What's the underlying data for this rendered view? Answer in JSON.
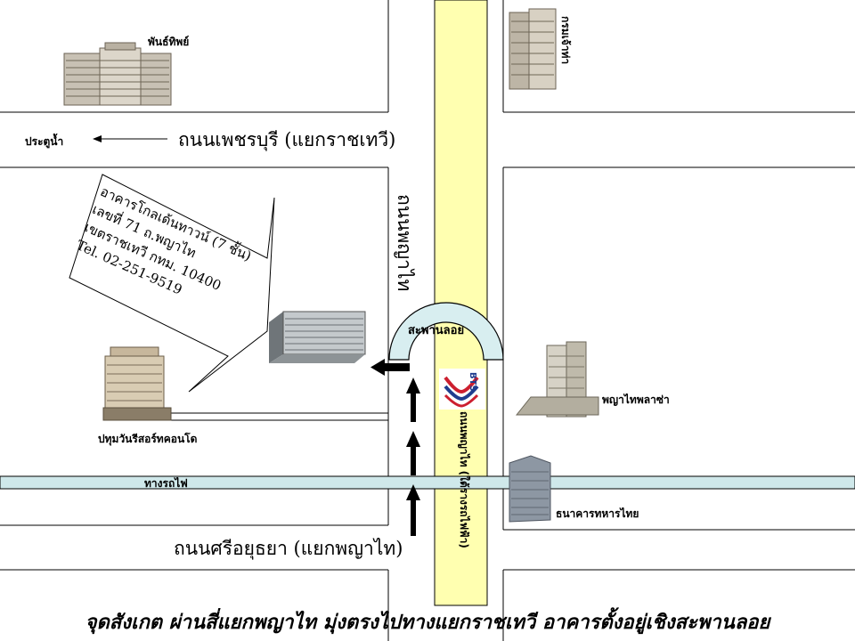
{
  "roads": {
    "phetchaburi": "ถนนเพชรบุรี (แยกราชเทวี)",
    "si_ayutthaya": "ถนนศรีอยุธยา (แยกพญาไท)",
    "phaya_thai": "ถนนพญาไท",
    "phaya_thai_under_bts": "ถนนพญาไท (ใต้รางรถไฟฟ้า)",
    "railway": "ทางรถไฟ"
  },
  "places": {
    "pantip": "พันธ์ทิพย์",
    "pratunam": "ประตูน้ำ",
    "top_right": "กรมเจ้าท่า",
    "overpass": "สะพานลอย",
    "pathumwan": "ปทุมวันรีสอร์ทคอนโด",
    "phayathai_plaza": "พญาไทพลาซ่า",
    "military_bank": "ธนาคารทหารไทย",
    "bts_logo": "BTS"
  },
  "address": {
    "line1": "อาคารโกลเด้นทาวน์ (7 ชั้น)",
    "line2": "เลขที่ 71  ถ.พญาไท",
    "line3": "เขตราชเทวี กทม. 10400",
    "line4": "Tel. 02-251-9519"
  },
  "caption": "จุดสังเกต  ผ่านสี่แยกพญาไท มุ่งตรงไปทางแยกราชเทวี อาคารตั้งอยู่เชิงสะพานลอย",
  "colors": {
    "phaya_thai_road": "#ffffb0",
    "railway": "#cfe8ea",
    "overpass": "#d8eef0",
    "bts_red": "#cc1f2f",
    "bts_blue": "#1f3d8f"
  }
}
